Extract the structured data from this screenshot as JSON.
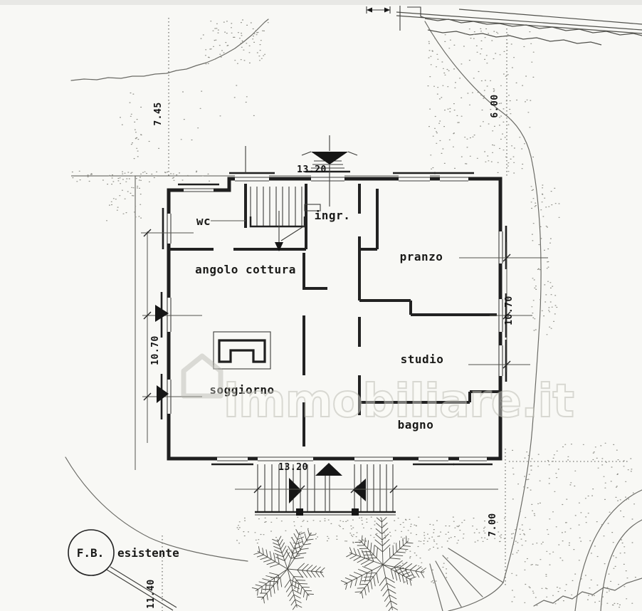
{
  "plan": {
    "rooms": [
      {
        "name": "wc",
        "label": "wc"
      },
      {
        "name": "ingresso",
        "label": "ingr."
      },
      {
        "name": "pranzo",
        "label": "pranzo"
      },
      {
        "name": "angolo-cottura",
        "label": "angolo cottura"
      },
      {
        "name": "studio",
        "label": "studio"
      },
      {
        "name": "soggiorno",
        "label": "soggiorno"
      },
      {
        "name": "bagno",
        "label": "bagno"
      }
    ],
    "dimensions": {
      "building_top": "13.20",
      "building_bottom": "13.20",
      "building_left": "10.70",
      "building_right": "10.70",
      "site_top_left": "7.45",
      "site_top_right": "6.00",
      "site_bottom_right": "7.00",
      "site_bottom_left": "11.40"
    },
    "annotations": {
      "fb_label": "F.B.",
      "fb_note": "esistente"
    }
  },
  "watermark": {
    "text": "immobiliare.it"
  },
  "colors": {
    "paper": "#f8f8f5",
    "ink": "#1f1f1f",
    "thin_line": "#3d3d3a",
    "stipple": "#8f8f88",
    "watermark": "#b2b2aa"
  }
}
